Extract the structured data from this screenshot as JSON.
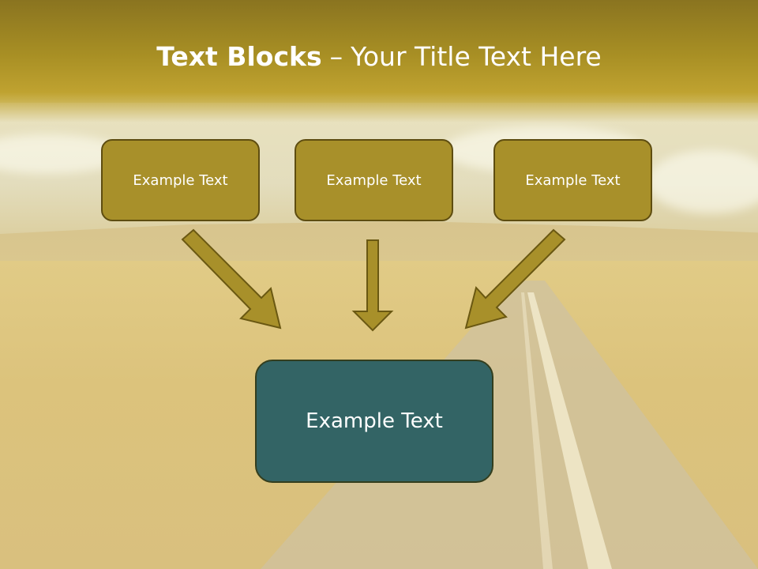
{
  "slide": {
    "title_bold": "Text Blocks",
    "title_dash": "–",
    "title_rest": "Your Title Text Here",
    "blocks": [
      {
        "label": "Example Text"
      },
      {
        "label": "Example Text"
      },
      {
        "label": "Example Text"
      }
    ],
    "target": {
      "label": "Example Text"
    }
  },
  "colors": {
    "title_band": "#a88f24",
    "block_fill": "#a8902a",
    "block_border": "#5e4d10",
    "target_fill": "#336465",
    "arrow_fill": "#a8902a",
    "arrow_stroke": "#6a5812"
  }
}
